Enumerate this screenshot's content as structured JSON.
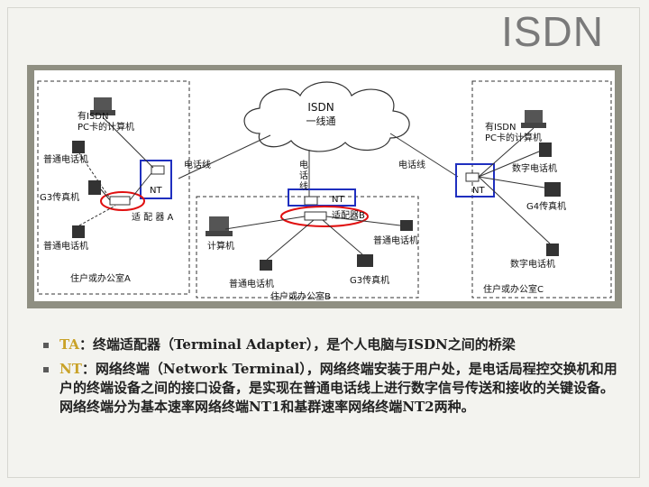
{
  "slide": {
    "title": "ISDN"
  },
  "diagram": {
    "cloud_title": "ISDN",
    "cloud_subtitle": "一线通",
    "labels": {
      "pc_card_left": "有ISDN\nPC卡的计算机",
      "phone_left_top": "普通电话机",
      "g3_fax_left": "G3传真机",
      "nt_left": "NT",
      "adapter_a": "适 配 器 A",
      "phone_left_bottom": "普通电话机",
      "office_a": "住户或办公室A",
      "phone_line_left": "电话线",
      "phone_line_middle": "电\n话\n线",
      "nt_middle": "NT",
      "adapter_b": "适配器B",
      "computer_middle": "计算机",
      "phone_middle_right": "普通电话机",
      "phone_middle_bottom": "普通电话机",
      "g3_fax_middle": "G3传真机",
      "office_b": "住户或办公室B",
      "phone_line_right": "电话线",
      "pc_card_right": "有ISDN\nPC卡的计算机",
      "digital_phone_right_top": "数字电话机",
      "nt_right": "NT",
      "g4_fax_right": "G4传真机",
      "digital_phone_right_bottom": "数字电话机",
      "office_c": "住户或办公室C"
    }
  },
  "bullets": [
    {
      "abbr": "TA",
      "text": "：终端适配器（Terminal Adapter），是个人电脑与ISDN之间的桥梁"
    },
    {
      "abbr": "NT",
      "text": "：网络终端（Network Terminal），网络终端安装于用户处，是电话局程控交换机和用户的终端设备之间的接口设备，是实现在普通电话线上进行数字信号传送和接收的关键设备。网络终端分为基本速率网络终端NT1和基群速率网络终端NT2两种。"
    }
  ],
  "colors": {
    "abbr": "#c9a227",
    "highlight_box": "#1f2fbf",
    "highlight_ellipse": "#e01010",
    "frame": "#8f8f82",
    "title": "#7a7a7a"
  }
}
